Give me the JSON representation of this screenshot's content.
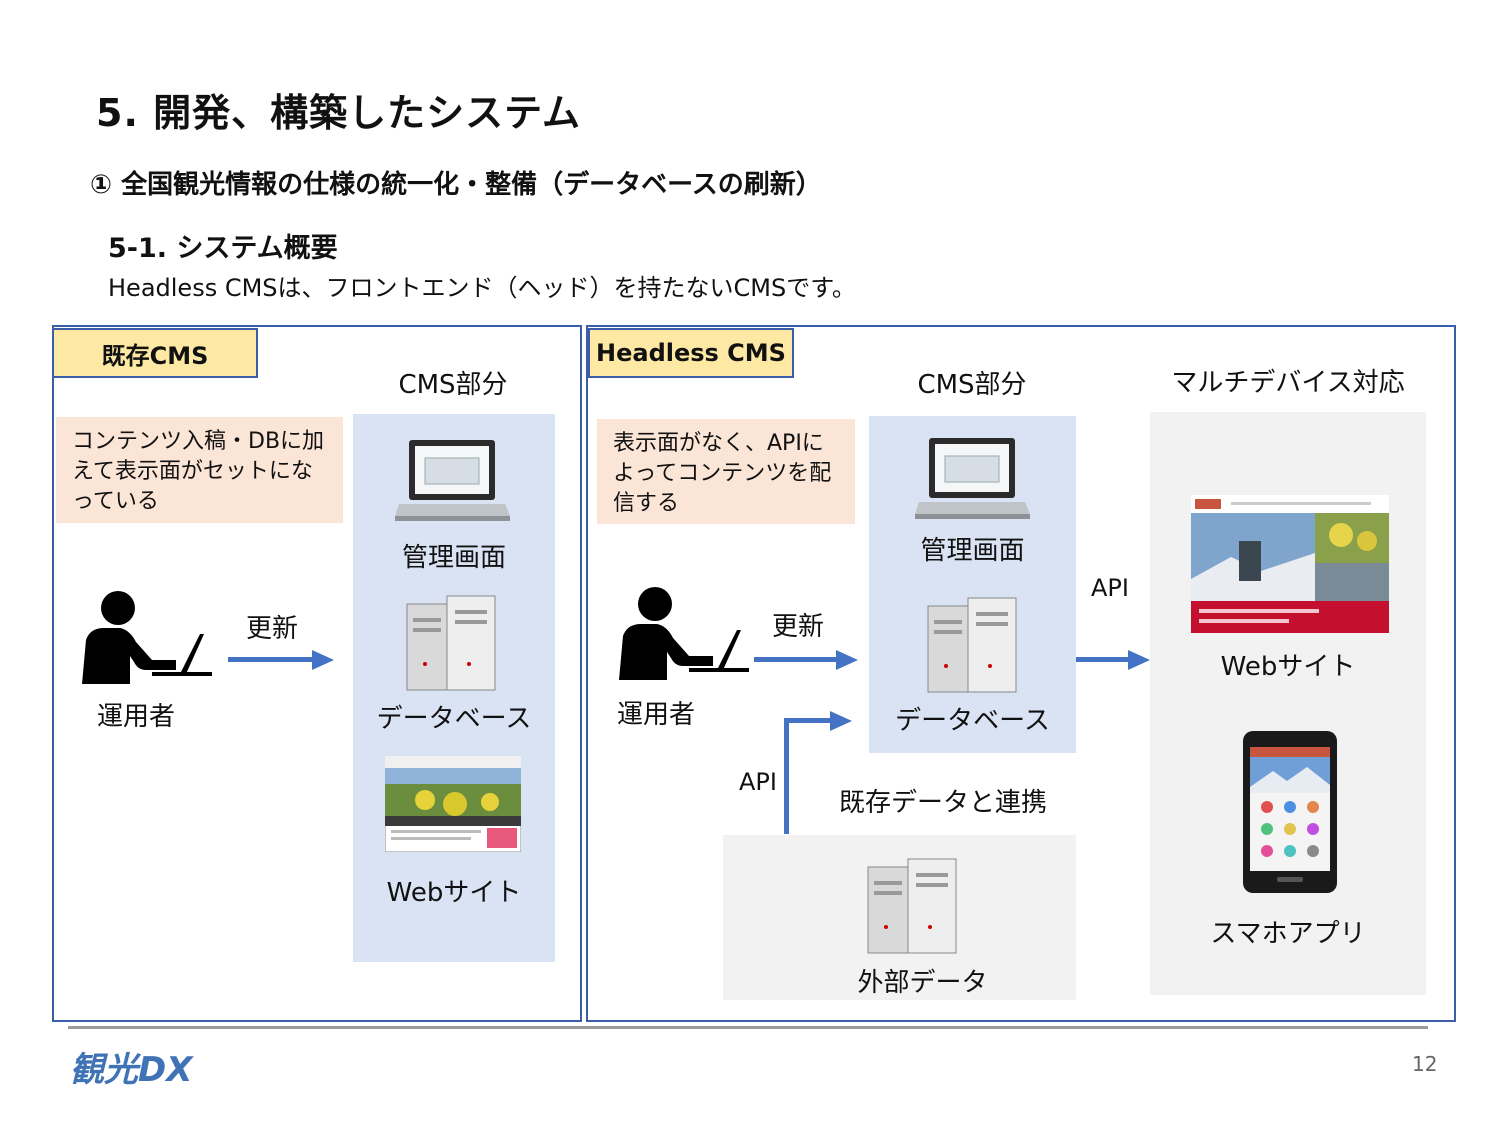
{
  "slide": {
    "title": "5. 開発、構築したシステム",
    "subtitle": "① 全国観光情報の仕様の統一化・整備（データベースの刷新）",
    "section_heading": "5-1. システム概要",
    "section_desc": "Headless CMSは、フロントエンド（ヘッド）を持たないCMSです。",
    "page_number": "12",
    "logo": "観光DX"
  },
  "left": {
    "tag": "既存CMS",
    "cms_label": "CMS部分",
    "note": "コンテンツ入稿・DBに加えて表示面がセットになっている",
    "operator": "運用者",
    "update": "更新",
    "admin": "管理画面",
    "database": "データベース",
    "website": "Webサイト"
  },
  "right": {
    "tag": "Headless CMS",
    "cms_label": "CMS部分",
    "multi_device": "マルチデバイス対応",
    "note": "表示面がなく、APIによってコンテンツを配信する",
    "operator": "運用者",
    "update": "更新",
    "admin": "管理画面",
    "database": "データベース",
    "api_out": "API",
    "api_in": "API",
    "link_existing": "既存データと連携",
    "external": "外部データ",
    "website": "Webサイト",
    "app": "スマホアプリ"
  }
}
